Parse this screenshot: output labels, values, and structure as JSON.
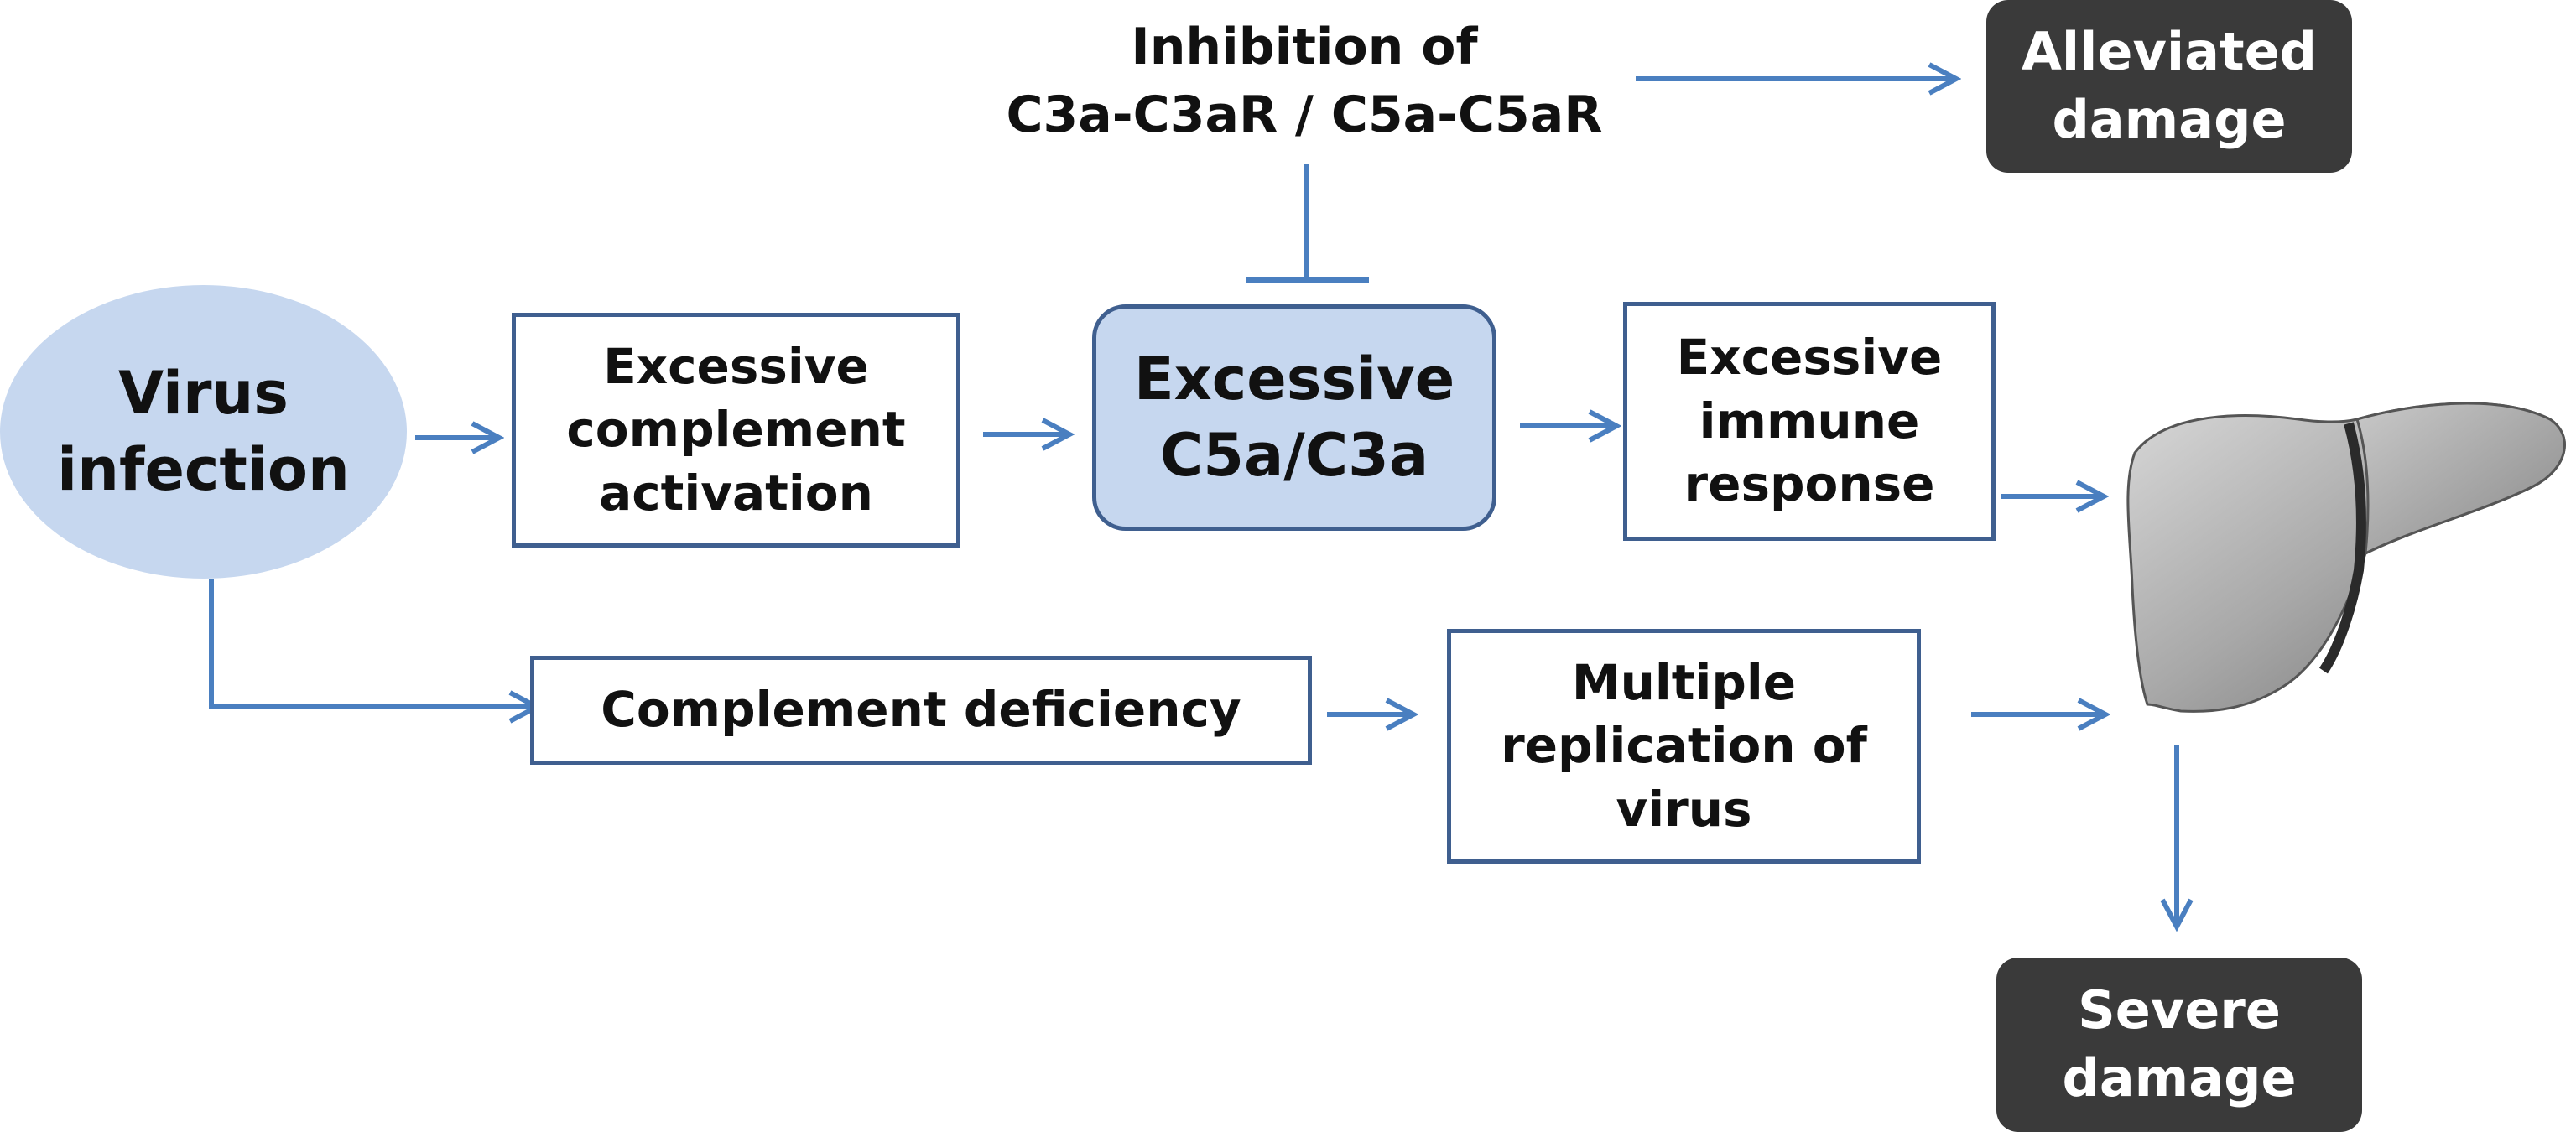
{
  "nodes": {
    "virus_infection": "Virus\ninfection",
    "excessive_complement_activation": "Excessive\ncomplement\nactivation",
    "excessive_c5a_c3a": "Excessive\nC5a/C3a",
    "excessive_immune_response": "Excessive\nimmune\nresponse",
    "complement_deficiency": "Complement deficiency",
    "multiple_replication": "Multiple\nreplication of\nvirus",
    "inhibition": "Inhibition of\nC3a-C3aR / C5a-C5aR",
    "alleviated_damage": "Alleviated\ndamage",
    "severe_damage": "Severe\ndamage"
  },
  "liver": {
    "icon": "liver-icon"
  },
  "colors": {
    "arrow": "#4a7fc0",
    "box_border": "#3f5f8f",
    "highlight_fill": "#c6d7ef",
    "dark_fill": "#3a3a3a"
  }
}
